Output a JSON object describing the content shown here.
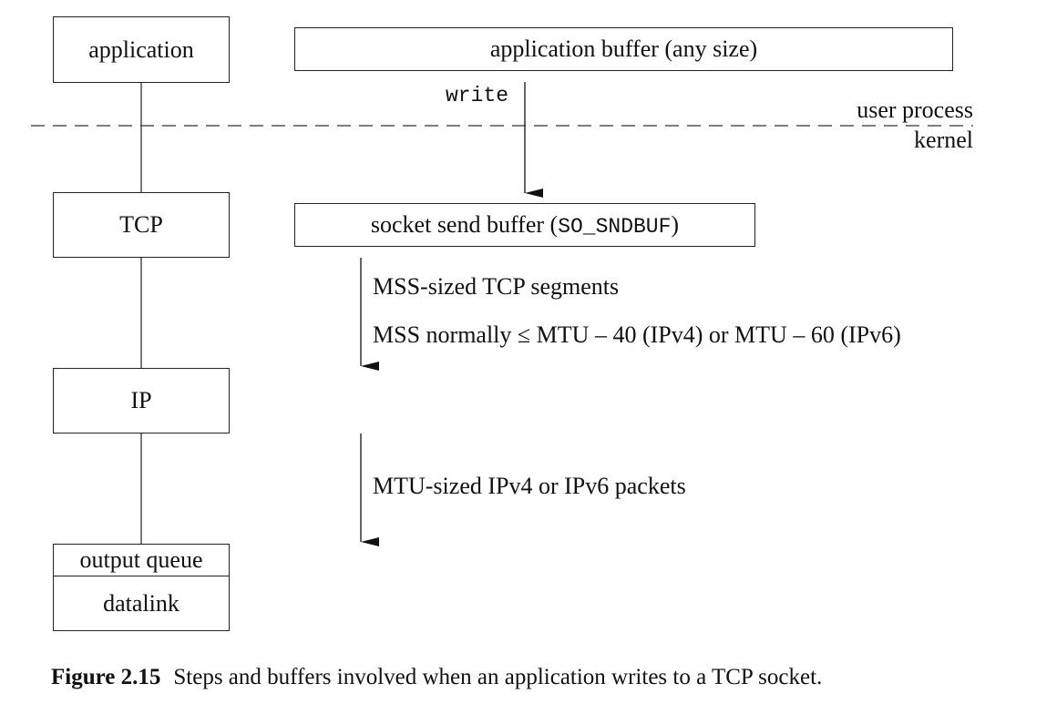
{
  "layers": {
    "application": "application",
    "tcp": "TCP",
    "ip": "IP",
    "output_queue": "output queue",
    "datalink": "datalink"
  },
  "buffers": {
    "application_buffer": "application buffer (any size)",
    "socket_send_buffer_prefix": "socket send buffer (",
    "socket_send_buffer_option": "SO_SNDBUF",
    "socket_send_buffer_suffix": ")"
  },
  "boundary": {
    "user_process": "user process",
    "kernel": "kernel"
  },
  "flows": {
    "write_call": "write",
    "mss_segments": "MSS-sized TCP segments",
    "mss_relation": "MSS normally ≤ MTU – 40 (IPv4) or MTU – 60 (IPv6)",
    "mtu_packets": "MTU-sized IPv4 or IPv6 packets"
  },
  "caption": {
    "number": "Figure 2.15",
    "text": "Steps and buffers involved when an application writes to a TCP socket."
  }
}
